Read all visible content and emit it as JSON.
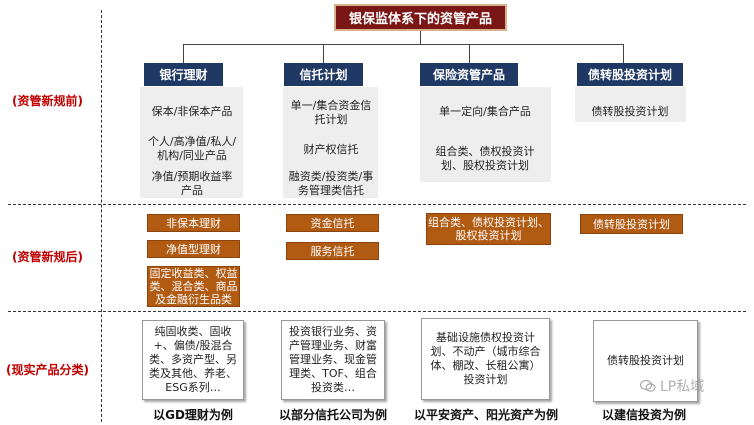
{
  "title": "银保监体系下的资管产品",
  "row_labels": {
    "before": "(资管新规前)",
    "after": "(资管新规后)",
    "current": "(现实产品分类)"
  },
  "columns": [
    {
      "header": "银行理财",
      "before": [
        "保本/非保本产品",
        "个人/高净值/私人/机构/同业产品",
        "净值/预期收益率产品"
      ],
      "after": [
        "非保本理财",
        "净值型理财",
        "固定收益类、权益类、混合类、商品及金融衍生品类"
      ],
      "current": "纯固收类、固收+、偏债/股混合类、多资产型、另类及其他、养老、ESG系列…",
      "caption": "以GD理财为例"
    },
    {
      "header": "信托计划",
      "before": [
        "单一/集合资金信托计划",
        "财产权信托",
        "融资类/投资类/事务管理类信托"
      ],
      "after": [
        "资金信托",
        "服务信托"
      ],
      "current": "投资银行业务、资产管理业务、财富管理业务、现金管理类、TOF、组合投资类…",
      "caption": "以部分信托公司为例"
    },
    {
      "header": "保险资管产品",
      "before": [
        "单一定向/集合产品",
        "组合类、债权投资计划、股权投资计划"
      ],
      "after": [
        "组合类、债权投资计划、股权投资计划"
      ],
      "current": "基础设施债权投资计划、不动产（城市综合体、棚改、长租公寓）投资计划",
      "caption": "以平安资产、阳光资产为例"
    },
    {
      "header": "债转股投资计划",
      "before": [
        "债转股投资计划"
      ],
      "after": [
        "债转股投资计划"
      ],
      "current": "债转股投资计划",
      "caption": "以建信投资为例"
    }
  ],
  "watermark": "LP私域"
}
